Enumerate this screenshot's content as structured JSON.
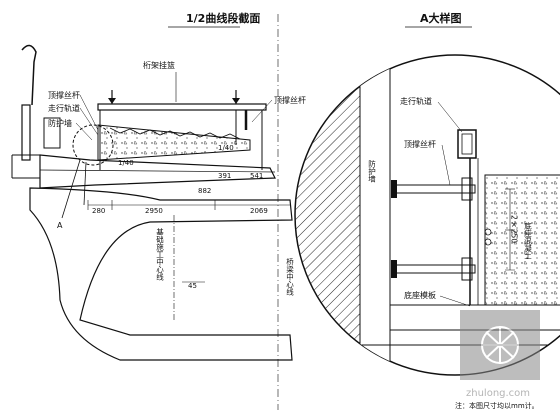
{
  "left_panel": {
    "title": "1/2曲线段截面",
    "labels": {
      "hanging_frame": "桁架挂篮",
      "top_rod_left": "顶撑丝杆",
      "walking_track": "走行轨道",
      "guard_wall": "防护墙",
      "top_rod_right": "顶撑丝杆",
      "detail_mark": "A",
      "centerline_left": "基础施工中心线",
      "centerline_right": "桥梁中心线",
      "ratio_left": "1/40",
      "ratio_right": "1/40"
    },
    "dimensions": {
      "d1": "280",
      "d2": "2950",
      "d3": "2069",
      "d4": "882",
      "d5": "391",
      "d6": "541",
      "d7": "45"
    }
  },
  "right_panel": {
    "title": "A大样图",
    "labels": {
      "walking_track": "走行轨道",
      "top_rod": "顶撑丝杆",
      "guard_wall": "防护墙",
      "concrete": "底座混凝土",
      "bottom_form": "底座模板",
      "dimension": "2×250"
    },
    "note": "注：本图尺寸均以mm计。"
  },
  "watermark": {
    "text": "zhulong.com"
  }
}
